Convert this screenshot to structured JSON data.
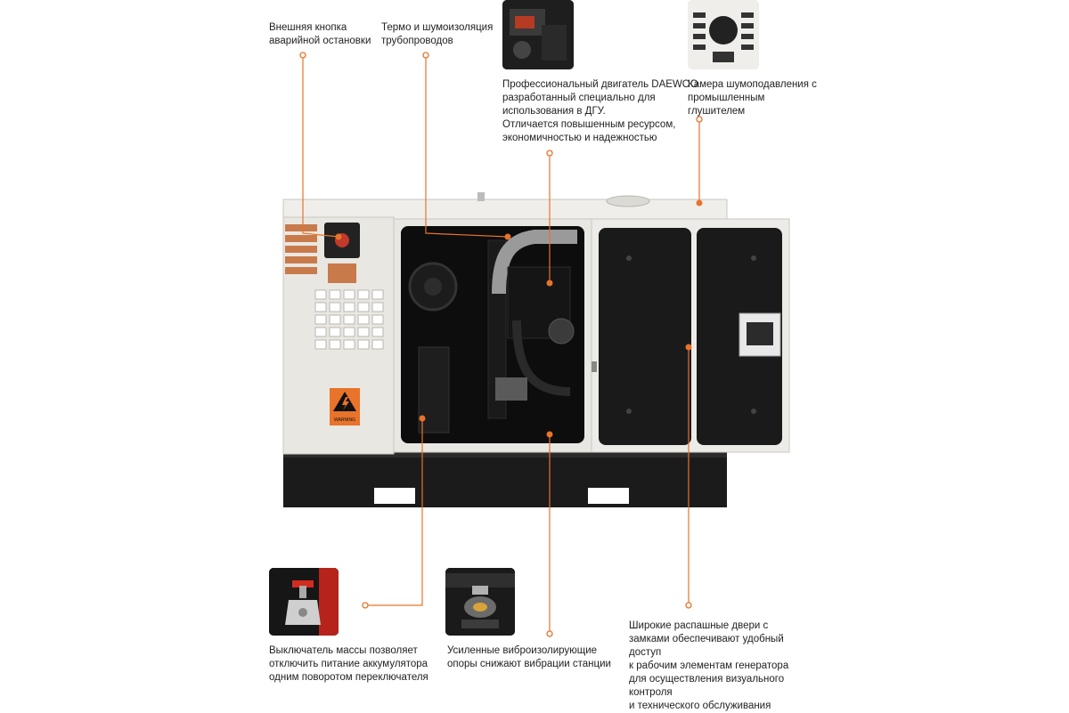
{
  "callouts": {
    "emergency_stop": "Внешняя кнопка\nаварийной остановки",
    "insulation": "Термо и шумоизоляция\nтрубопроводов",
    "engine": "Профессиональный двигатель DAEWOO\nразработанный специально для\nиспользования в ДГУ.\nОтличается повышенным ресурсом,\nэкономичностью и надежностью",
    "muffler": "Камера шумоподавления с\nпромышленным\nглушителем",
    "battery_switch": "Выключатель массы позволяет\nотключить питание аккумулятора\nодним поворотом переключателя",
    "vibration_mounts": "Усиленные виброизолирующие\nопоры снижают вибрации станции",
    "doors": "Широкие распашные двери с\nзамками обеспечивают удобный\nдоступ\nк рабочим элементам генератора\nдля осуществления визуального\nконтроля\nи технического обслуживания"
  },
  "sticker": {
    "warning_text": "WARNING"
  },
  "colors": {
    "accent": "#e8732a",
    "body": "#e9e7e2",
    "frame": "#1b1b1b"
  },
  "icons": [
    "high-voltage-icon"
  ]
}
